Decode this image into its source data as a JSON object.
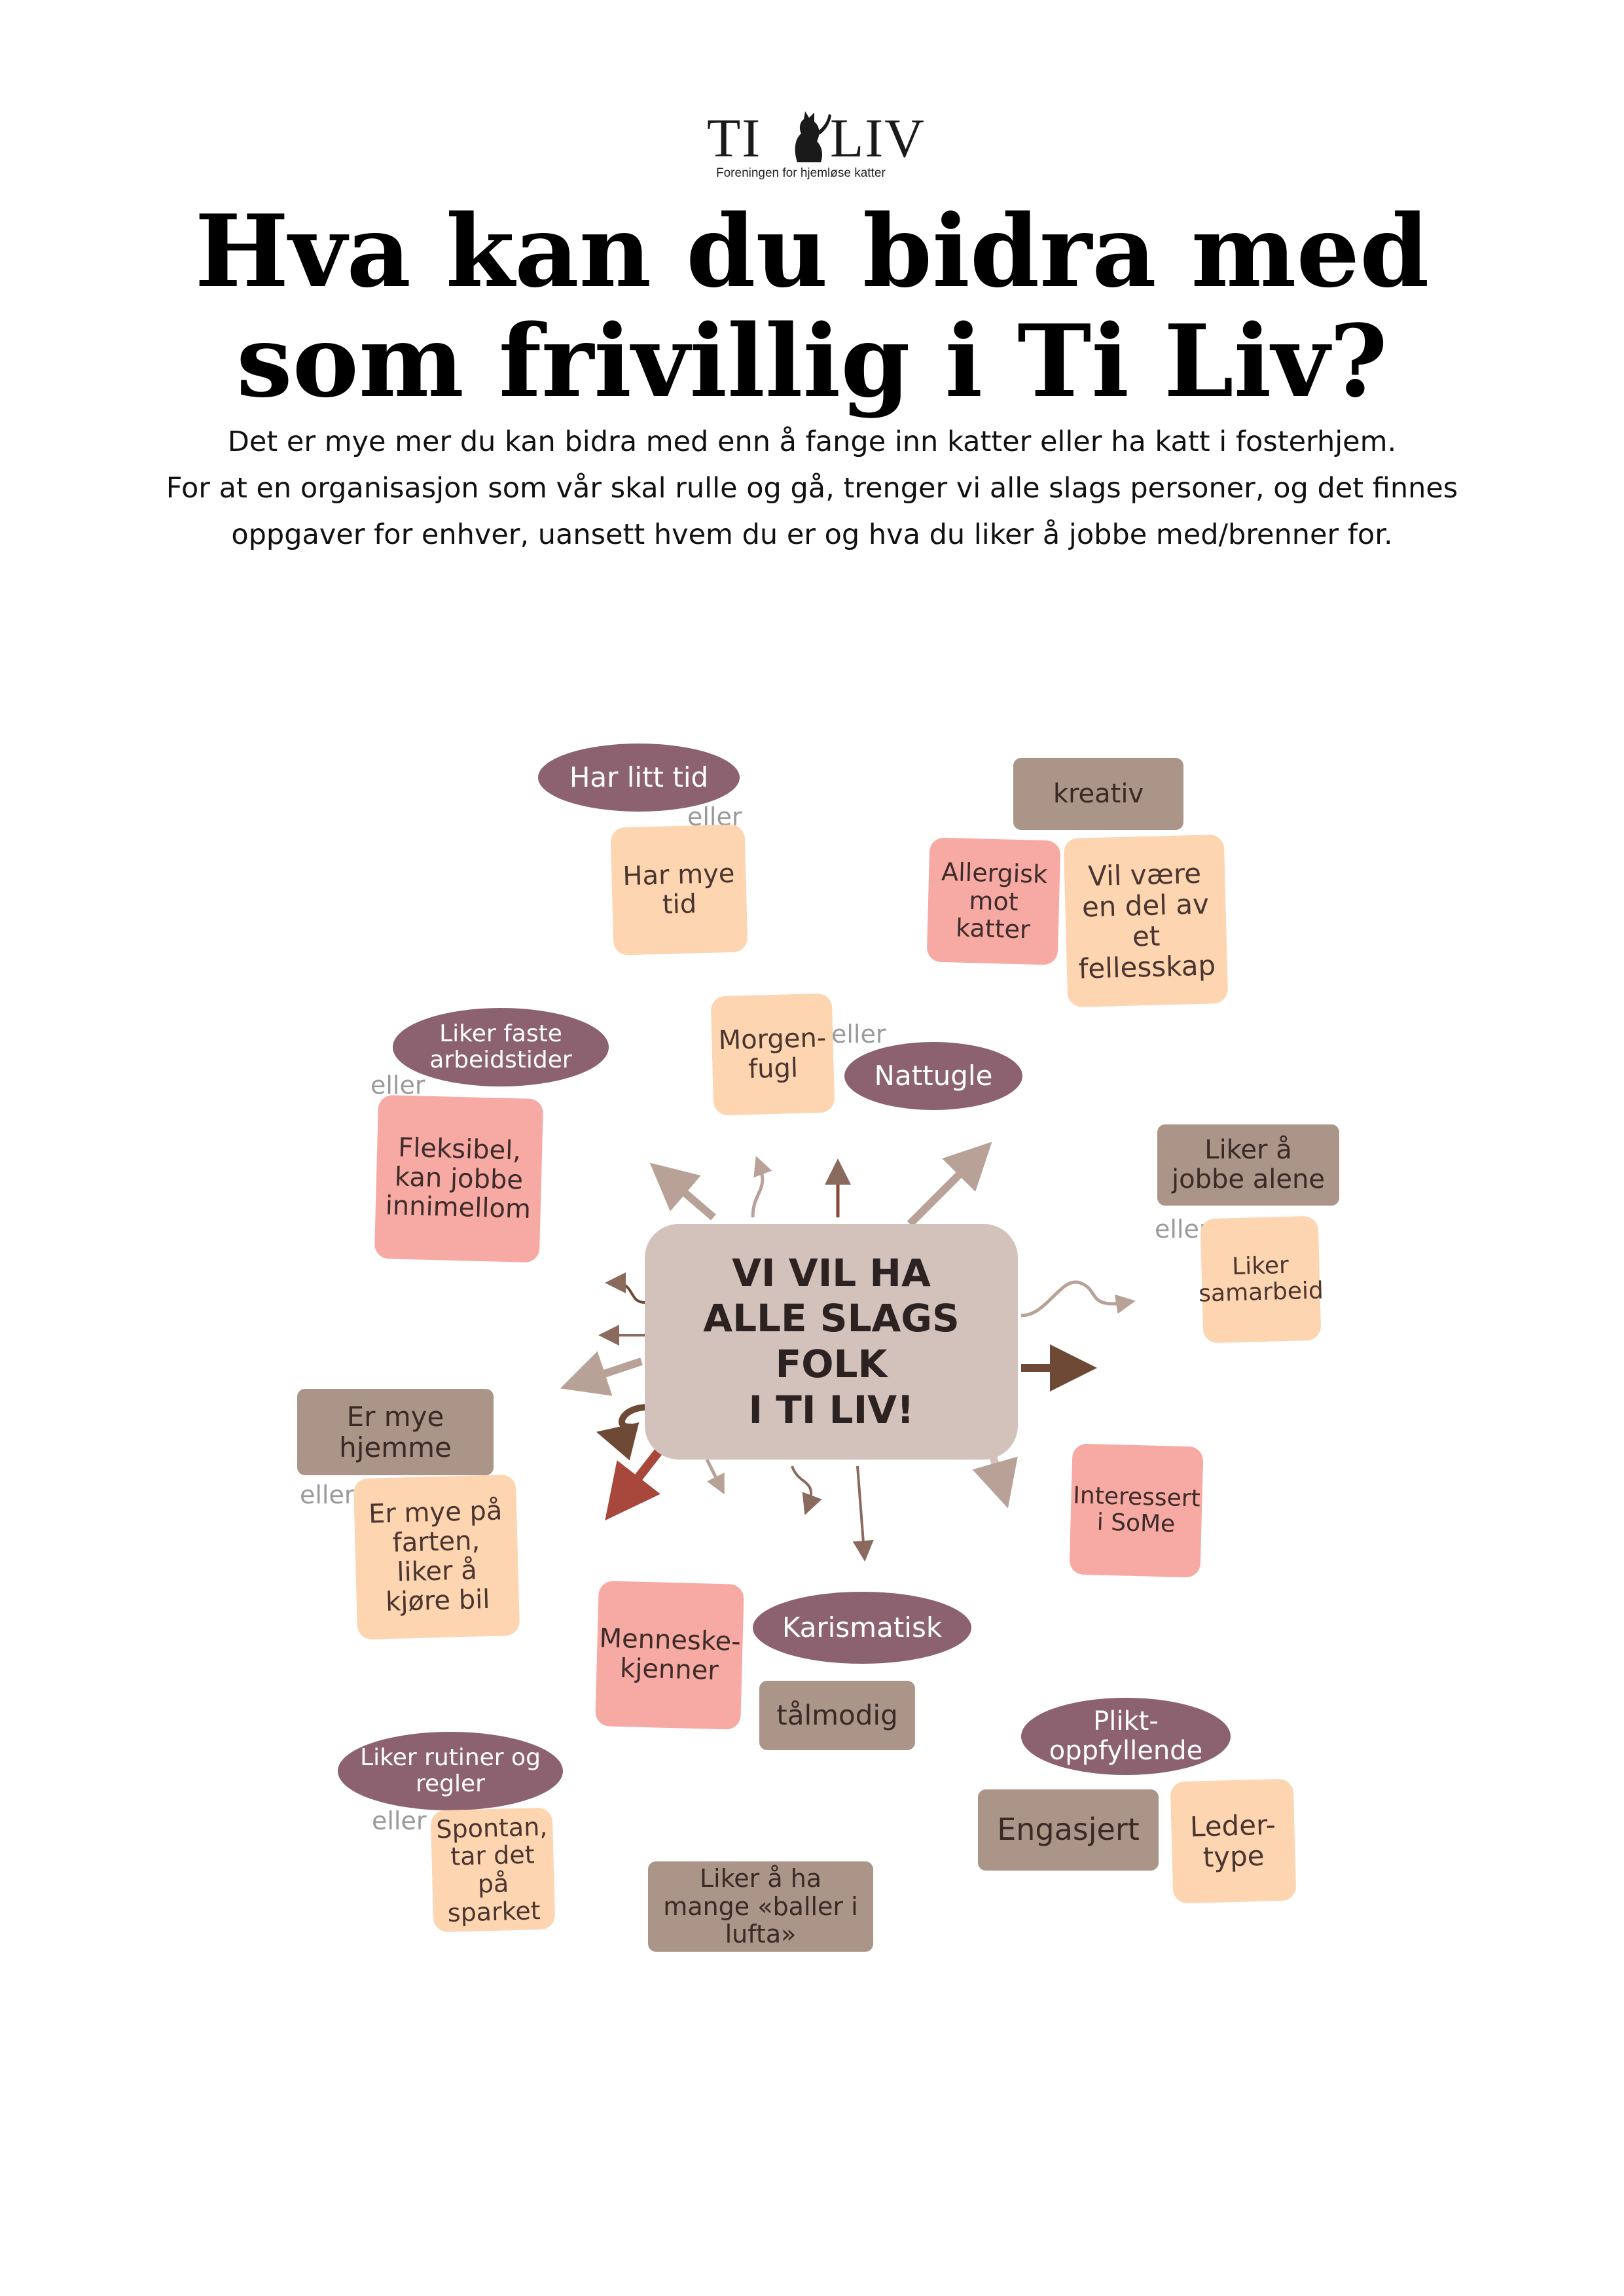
{
  "logo": {
    "word_left": "TI",
    "word_right": "LIV",
    "tagline": "Foreningen for hjemløse katter",
    "mark": "cat-silhouette"
  },
  "title": {
    "line1": "Hva kan du bidra med",
    "line2": "som frivillig i Ti Liv?"
  },
  "intro": {
    "line1": "Det er mye mer du kan bidra med enn å fange inn katter eller ha katt i fosterhjem.",
    "line2": "For at en organisasjon som vår skal rulle og gå, trenger vi alle slags personer, og det finnes",
    "line3": "oppgaver for enhver, uansett hvem du er og hva du liker å jobbe med/brenner for."
  },
  "diagram": {
    "center": {
      "line1": "VI VIL HA",
      "line2": "ALLE SLAGS FOLK",
      "line3": "I TI LIV!"
    },
    "connector": "eller",
    "har_litt_tid": "Har litt tid",
    "har_mye_tid": "Har mye tid",
    "kreativ": "kreativ",
    "allergisk": "Allergisk mot katter",
    "fellesskap": "Vil være en del av et fellesskap",
    "faste_tider": "Liker faste arbeidstider",
    "fleksibel": "Fleksibel, kan jobbe innimellom",
    "morgenfugl": "Morgen-fugl",
    "nattugle": "Nattugle",
    "jobbe_alene": "Liker å jobbe alene",
    "samarbeid": "Liker samarbeid",
    "mye_hjemme": "Er mye hjemme",
    "farten": "Er mye på farten, liker å kjøre bil",
    "some": "Interessert i SoMe",
    "menneskekjenner": "Menneske-kjenner",
    "karismatisk": "Karismatisk",
    "talmodig": "tålmodig",
    "pliktoppfyllende": "Plikt-oppfyllende",
    "engasjert": "Engasjert",
    "ledertype": "Leder-type",
    "rutiner": "Liker rutiner og regler",
    "spontan": "Spontan, tar det på sparket",
    "baller": "Liker å ha mange «baller i lufta»"
  }
}
